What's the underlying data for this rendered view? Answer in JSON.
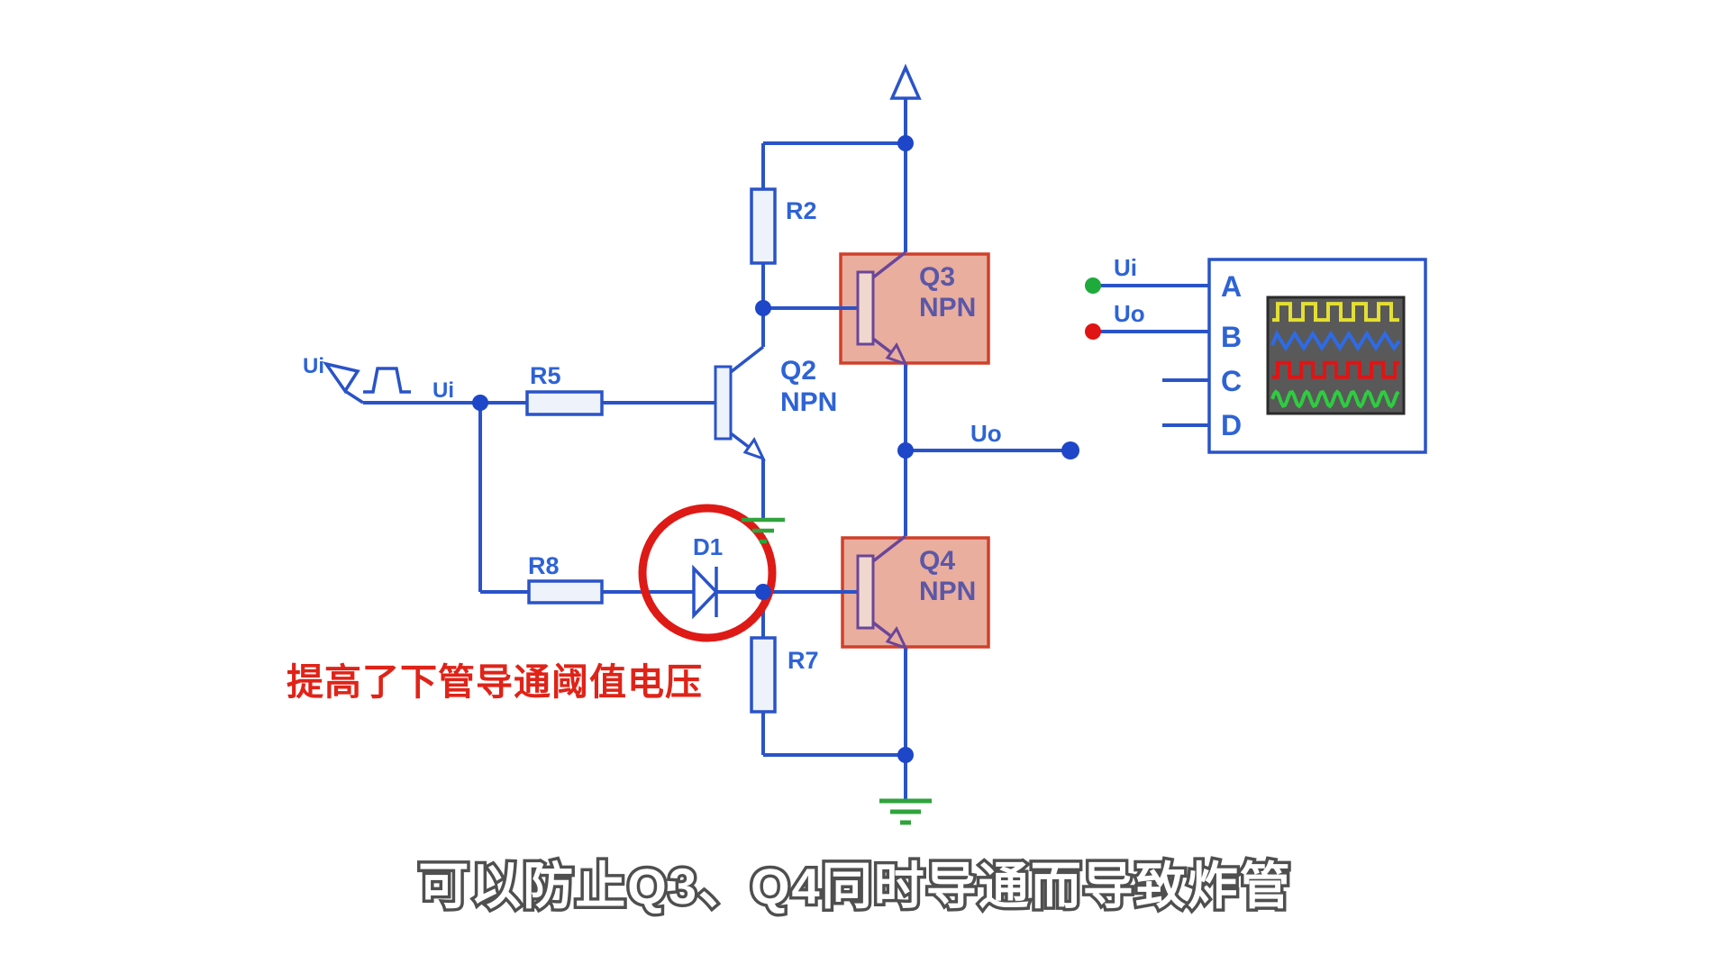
{
  "colors": {
    "wire": "#2a53c8",
    "label": "#2e63d6",
    "componentFill": "#eef2fb",
    "boxFill": "#e9ae9e",
    "boxBorder": "#d0402a",
    "symbolPurple": "#6a4699",
    "symbolBarFill": "#f0d8ce",
    "boxLabel": "#5b57a8",
    "ground": "#2fa33c",
    "highlightCircle": "#de1a16",
    "annotationRed": "#e02318",
    "dotGreen": "#1faa3c",
    "dotRed": "#e01414",
    "dotBlue": "#1d46c8",
    "screenBg": "#595959",
    "screenBorder": "#2b2b2b",
    "captionFill": "#ffffff",
    "captionStroke": "#4f4f4f"
  },
  "schematic": {
    "source": {
      "label": "Ui"
    },
    "nodes": {
      "ui": "Ui",
      "uo": "Uo"
    },
    "resistors": {
      "r2": "R2",
      "r5": "R5",
      "r7": "R7",
      "r8": "R8"
    },
    "diode": {
      "ref": "D1"
    },
    "transistors": {
      "q2": {
        "ref": "Q2",
        "type": "NPN"
      },
      "q3": {
        "ref": "Q3",
        "type": "NPN"
      },
      "q4": {
        "ref": "Q4",
        "type": "NPN"
      }
    }
  },
  "scope": {
    "channels": [
      "A",
      "B",
      "C",
      "D"
    ],
    "inputs": {
      "ui": "Ui",
      "uo": "Uo"
    },
    "waveforms": [
      {
        "channel": "A",
        "shape": "square",
        "color": "#e3df33",
        "period": 28,
        "amplitude": 9
      },
      {
        "channel": "B",
        "shape": "triangle",
        "color": "#2e6be5",
        "period": 20,
        "amplitude": 8
      },
      {
        "channel": "C",
        "shape": "square",
        "color": "#e01414",
        "period": 26,
        "amplitude": 8
      },
      {
        "channel": "D",
        "shape": "sine",
        "color": "#2ecc40",
        "period": 17,
        "amplitude": 8
      }
    ]
  },
  "annotation": {
    "text": "提高了下管导通阈值电压"
  },
  "caption": {
    "text": "可以防止Q3、Q4同时导通而导致炸管"
  }
}
